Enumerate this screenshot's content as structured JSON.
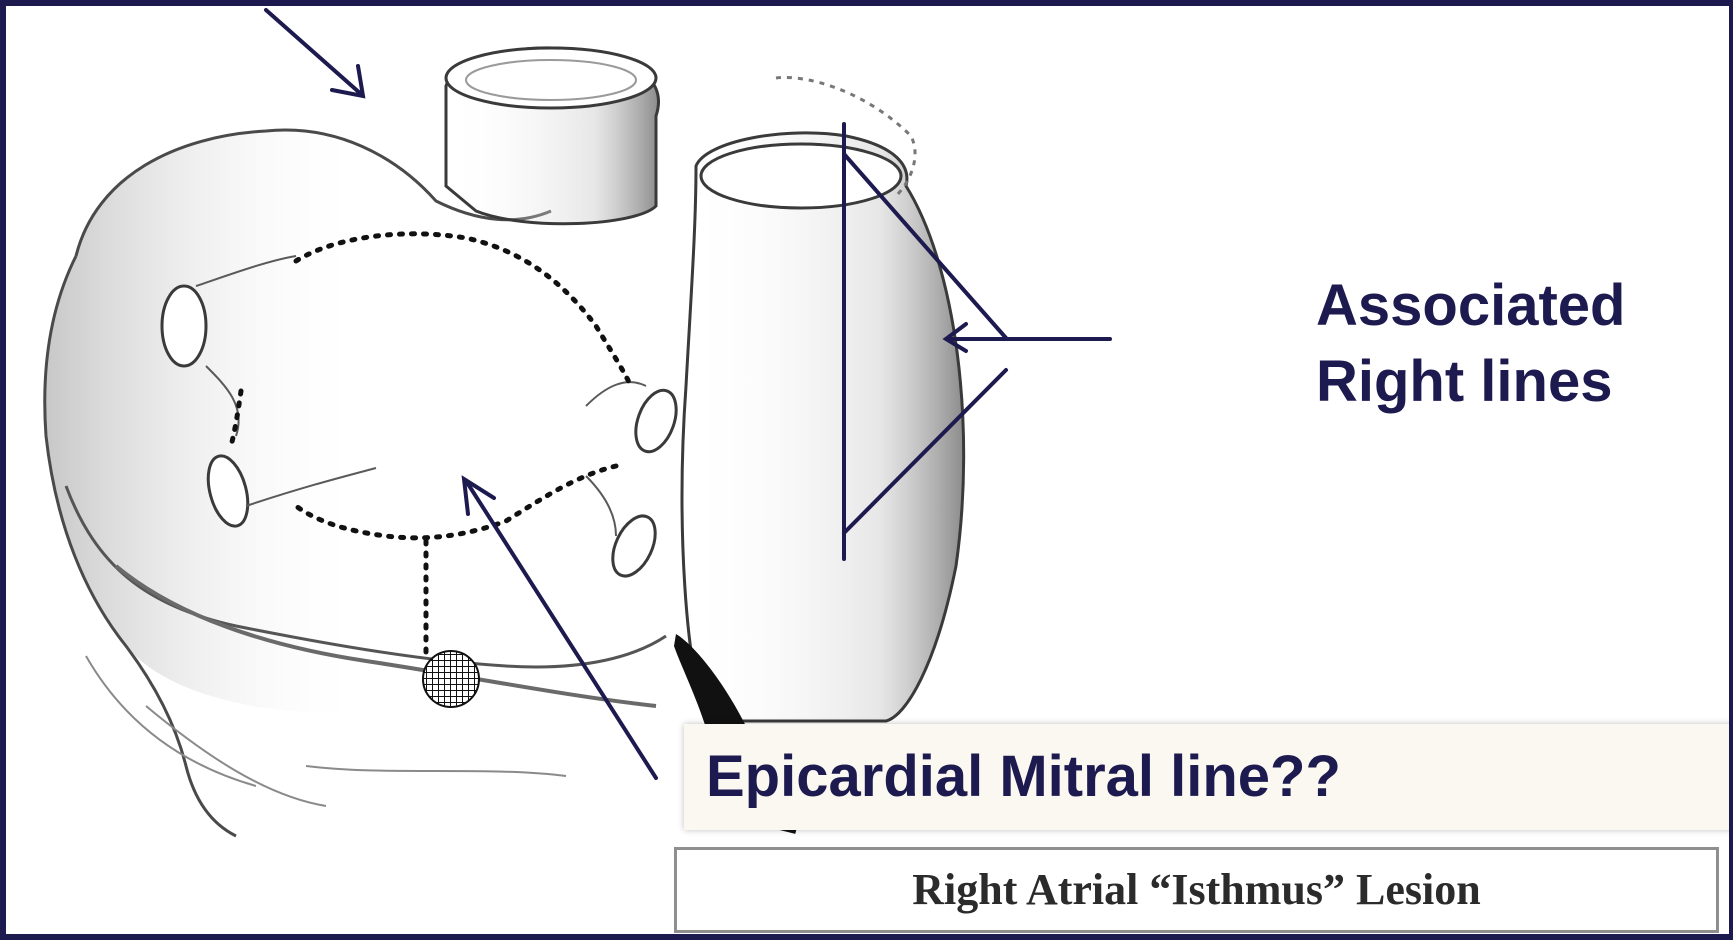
{
  "labels": {
    "associated_line1": "Associated",
    "associated_line2": "Right lines",
    "epicardial": "Epicardial Mitral line??",
    "caption": "Right Atrial “Isthmus” Lesion"
  },
  "colors": {
    "accent": "#1c1a4e",
    "frame": "#1c1a4e",
    "sketch": "#4a4a4a",
    "label_box_bg": "#fbf8f1",
    "caption_border": "#8f8f8f",
    "caption_text": "#2b2b2b"
  }
}
